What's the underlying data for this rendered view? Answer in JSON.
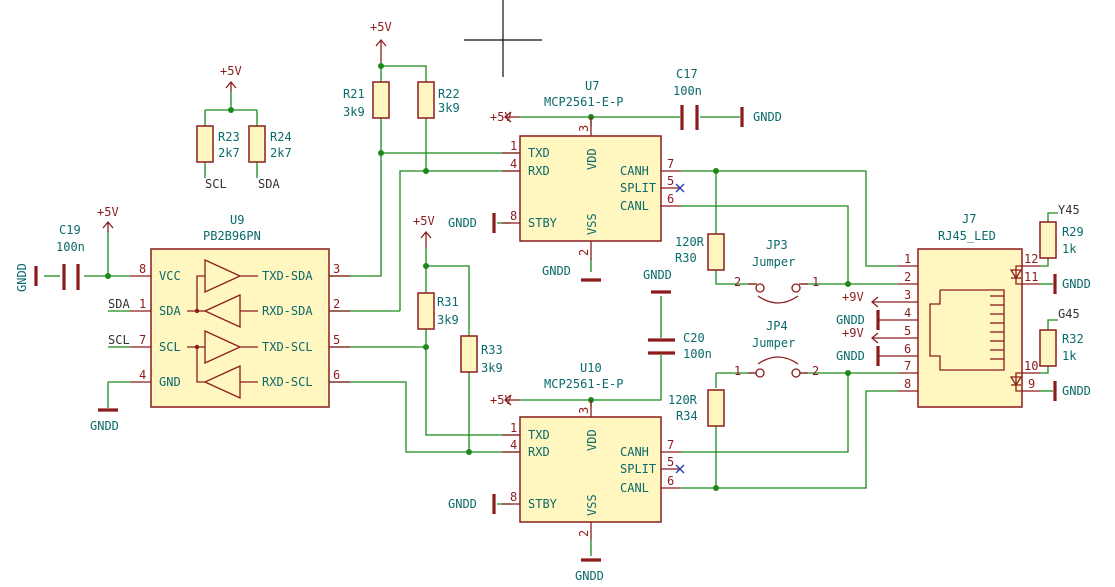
{
  "cursor": "crosshair",
  "colors": {
    "wire": "#1b8a1b",
    "component": "#8c1c1c",
    "fill": "#fff6c0",
    "reference": "#0b6a6a",
    "net": "#333333"
  },
  "power": {
    "p5v": "+5V",
    "p9v": "+9V",
    "gnd": "GNDD"
  },
  "u9": {
    "ref": "U9",
    "value": "PB2B96PN",
    "pins_left": [
      {
        "name": "VCC",
        "num": "8"
      },
      {
        "name": "SDA",
        "num": "1"
      },
      {
        "name": "SCL",
        "num": "7"
      },
      {
        "name": "GND",
        "num": "4"
      }
    ],
    "pins_right": [
      {
        "name": "TXD-SDA",
        "num": "3"
      },
      {
        "name": "RXD-SDA",
        "num": "2"
      },
      {
        "name": "TXD-SCL",
        "num": "5"
      },
      {
        "name": "RXD-SCL",
        "num": "6"
      }
    ]
  },
  "u7": {
    "ref": "U7",
    "value": "MCP2561-E-P",
    "pins": [
      {
        "name": "TXD",
        "num": "1"
      },
      {
        "name": "RXD",
        "num": "4"
      },
      {
        "name": "STBY",
        "num": "8"
      },
      {
        "name": "VDD",
        "num": "3"
      },
      {
        "name": "VSS",
        "num": "2"
      },
      {
        "name": "CANH",
        "num": "7"
      },
      {
        "name": "SPLIT",
        "num": "5"
      },
      {
        "name": "CANL",
        "num": "6"
      }
    ]
  },
  "u10": {
    "ref": "U10",
    "value": "MCP2561-E-P",
    "pins": [
      {
        "name": "TXD",
        "num": "1"
      },
      {
        "name": "RXD",
        "num": "4"
      },
      {
        "name": "STBY",
        "num": "8"
      },
      {
        "name": "VDD",
        "num": "3"
      },
      {
        "name": "VSS",
        "num": "2"
      },
      {
        "name": "CANH",
        "num": "7"
      },
      {
        "name": "SPLIT",
        "num": "5"
      },
      {
        "name": "CANL",
        "num": "6"
      }
    ]
  },
  "j7": {
    "ref": "J7",
    "value": "RJ45_LED",
    "pins": [
      "1",
      "2",
      "3",
      "4",
      "5",
      "6",
      "7",
      "8",
      "12",
      "11",
      "10",
      "9"
    ]
  },
  "resistors": [
    {
      "ref": "R21",
      "value": "3k9"
    },
    {
      "ref": "R22",
      "value": "3k9"
    },
    {
      "ref": "R23",
      "value": "2k7"
    },
    {
      "ref": "R24",
      "value": "2k7"
    },
    {
      "ref": "R31",
      "value": "3k9"
    },
    {
      "ref": "R33",
      "value": "3k9"
    },
    {
      "ref": "R30",
      "value": "120R"
    },
    {
      "ref": "R34",
      "value": "120R"
    },
    {
      "ref": "R29",
      "value": "1k"
    },
    {
      "ref": "R32",
      "value": "1k"
    }
  ],
  "capacitors": [
    {
      "ref": "C17",
      "value": "100n"
    },
    {
      "ref": "C19",
      "value": "100n"
    },
    {
      "ref": "C20",
      "value": "100n"
    }
  ],
  "jumpers": [
    {
      "ref": "JP3",
      "value": "Jumper",
      "pin_a": "2",
      "pin_b": "1"
    },
    {
      "ref": "JP4",
      "value": "Jumper",
      "pin_a": "1",
      "pin_b": "2"
    }
  ],
  "nets": {
    "sda": "SDA",
    "scl": "SCL",
    "y45": "Y45",
    "g45": "G45"
  }
}
